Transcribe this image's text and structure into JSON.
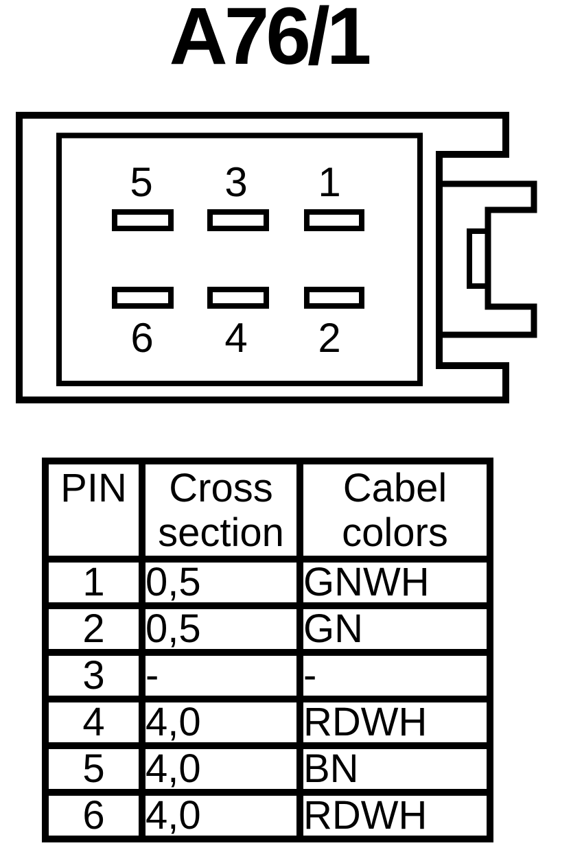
{
  "title": "A76/1",
  "colors": {
    "line": "#000000",
    "background": "#ffffff"
  },
  "connector": {
    "pin_labels_top": [
      "5",
      "3",
      "1"
    ],
    "pin_labels_bottom": [
      "6",
      "4",
      "2"
    ]
  },
  "table": {
    "headers": [
      "PIN",
      "Cross section",
      "Cabel colors"
    ],
    "rows": [
      {
        "pin": "1",
        "cross_section": "0,5",
        "cable_color": "GNWH"
      },
      {
        "pin": "2",
        "cross_section": "0,5",
        "cable_color": "GN"
      },
      {
        "pin": "3",
        "cross_section": "-",
        "cable_color": "-"
      },
      {
        "pin": "4",
        "cross_section": "4,0",
        "cable_color": "RDWH"
      },
      {
        "pin": "5",
        "cross_section": "4,0",
        "cable_color": "BN"
      },
      {
        "pin": "6",
        "cross_section": "4,0",
        "cable_color": "RDWH"
      }
    ]
  }
}
